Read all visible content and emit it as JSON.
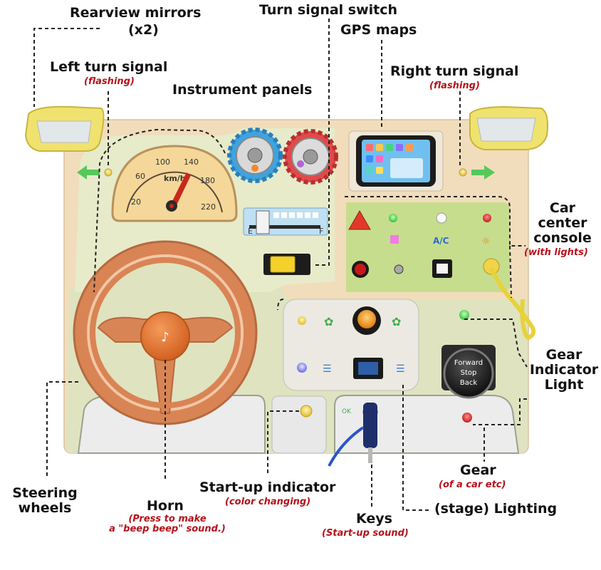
{
  "labels": {
    "rearview_mirrors": "Rearview mirrors",
    "rearview_count": "(x2)",
    "turn_signal_switch": "Turn signal switch",
    "gps_maps": "GPS maps",
    "left_turn_signal": "Left turn signal",
    "left_turn_signal_note": "(flashing)",
    "instrument_panels": "Instrument panels",
    "right_turn_signal": "Right turn signal",
    "right_turn_signal_note": "(flashing)",
    "car_center_console_1": "Car",
    "car_center_console_2": "center",
    "car_center_console_3": "console",
    "car_center_console_note": "(with lights)",
    "gear_indicator_1": "Gear",
    "gear_indicator_2": "Indicator",
    "gear_indicator_3": "Light",
    "gear": "Gear",
    "gear_note": "(of a car etc)",
    "steering_wheels_1": "Steering",
    "steering_wheels_2": "wheels",
    "horn": "Horn",
    "horn_note_1": "(Press to make",
    "horn_note_2": "a \"beep beep\" sound.)",
    "startup_indicator": "Start-up indicator",
    "startup_indicator_note": "(color changing)",
    "keys": "Keys",
    "keys_note": "(Start-up sound)",
    "stage_lighting": "(stage) Lighting"
  },
  "board": {
    "speedometer": {
      "unit": "km/h",
      "ticks": [
        "20",
        "60",
        "100",
        "140",
        "180",
        "220"
      ]
    },
    "fuel_gauge": {
      "empty": "E",
      "full": "F"
    },
    "console_ac_label": "A/C",
    "gear_knob": {
      "line1": "Forward",
      "line2": "Stop",
      "line3": "Back"
    },
    "key_badge": "OK"
  },
  "colors": {
    "board_wood": "#f3dfbd",
    "board_green": "#e5e8c3",
    "console_green": "#c7dc8e",
    "steering_orange": "#d98454",
    "horn_orange": "#e6742d",
    "annotation_red": "#b5121b",
    "mirror_yellow": "#f0e26e"
  }
}
